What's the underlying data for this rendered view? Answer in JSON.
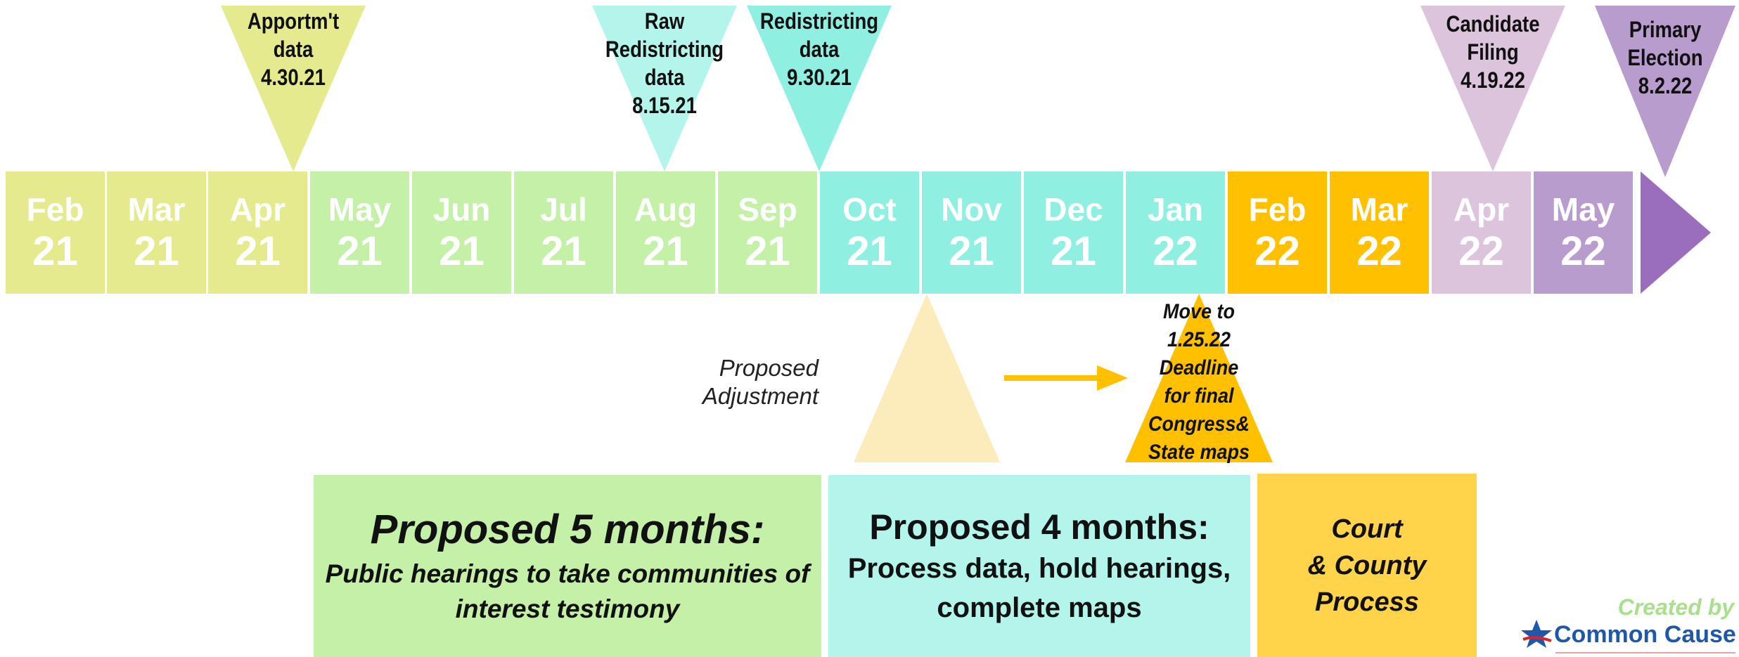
{
  "timeline": {
    "months": [
      {
        "month": "Feb",
        "year": "21"
      },
      {
        "month": "Mar",
        "year": "21"
      },
      {
        "month": "Apr",
        "year": "21"
      },
      {
        "month": "May",
        "year": "21"
      },
      {
        "month": "Jun",
        "year": "21"
      },
      {
        "month": "Jul",
        "year": "21"
      },
      {
        "month": "Aug",
        "year": "21"
      },
      {
        "month": "Sep",
        "year": "21"
      },
      {
        "month": "Oct",
        "year": "21"
      },
      {
        "month": "Nov",
        "year": "21"
      },
      {
        "month": "Dec",
        "year": "21"
      },
      {
        "month": "Jan",
        "year": "22"
      },
      {
        "month": "Feb",
        "year": "22"
      },
      {
        "month": "Mar",
        "year": "22"
      },
      {
        "month": "Apr",
        "year": "22"
      },
      {
        "month": "May",
        "year": "22"
      }
    ]
  },
  "markers": {
    "apportionment": {
      "line1": "Apportm't",
      "line2": "data",
      "line3": "4.30.21"
    },
    "raw_redistricting": {
      "line1": "Raw",
      "line2": "Redistricting",
      "line3": "data",
      "line4": "8.15.21"
    },
    "redistricting": {
      "line1": "Redistricting",
      "line2": "data",
      "line3": "9.30.21"
    },
    "candidate_filing": {
      "line1": "Candidate",
      "line2": "Filing",
      "line3": "4.19.22"
    },
    "primary_election": {
      "line1": "Primary",
      "line2": "Election",
      "line3": "8.2.22"
    }
  },
  "adjustment": {
    "label_line1": "Proposed",
    "label_line2": "Adjustment"
  },
  "deadline": {
    "line1": "Move to",
    "line2": "1.25.22",
    "line3": "Deadline",
    "line4": "for final",
    "line5": "Congress&",
    "line6": "State maps"
  },
  "panels": {
    "five_months": {
      "title": "Proposed 5 months:",
      "body_line1": "Public hearings to take communities of",
      "body_line2": "interest testimony"
    },
    "four_months": {
      "title": "Proposed 4 months:",
      "body_line1": "Process data, hold hearings,",
      "body_line2": "complete maps"
    },
    "court": {
      "line1": "Court",
      "line2": "& County",
      "line3": "Process"
    }
  },
  "credit": {
    "created_by": "Created by",
    "org_name": "Common Cause"
  },
  "colors": {
    "yellow_green": "#e6ea8f",
    "light_green": "#c4f0a8",
    "aqua": "#8ff0e2",
    "gold": "#ffc000",
    "lavender": "#dcc4dd",
    "purple": "#b89ccd",
    "purple_dark": "#9b6dbd",
    "pale_peach": "#fdecbb",
    "brand_blue": "#1f58a8"
  }
}
